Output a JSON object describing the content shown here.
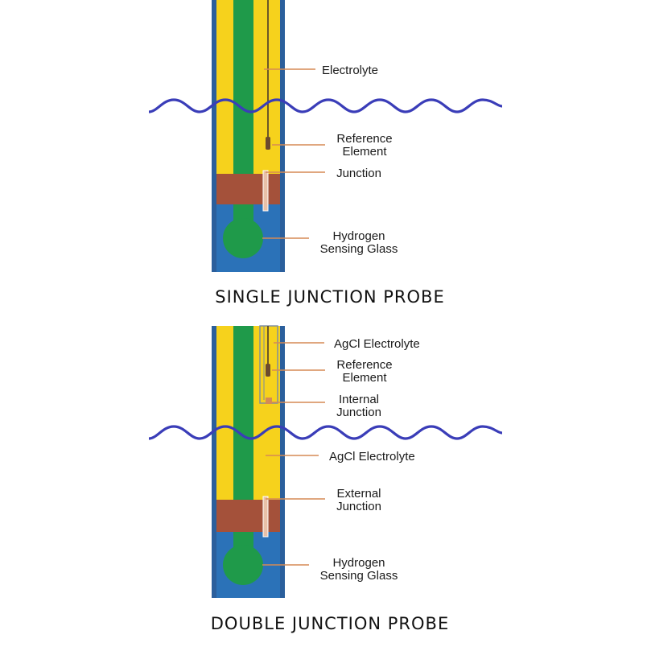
{
  "colors": {
    "outer_wall": "#2b5f9c",
    "electrolyte": "#f6d21c",
    "glass_green": "#1f9a4a",
    "junction_band": "#a4513a",
    "bulb_chamber": "#2b72b8",
    "water_line": "#3a3db8",
    "leader_line": "#d58a55"
  },
  "single_probe": {
    "title": "SINGLE JUNCTION PROBE",
    "labels": {
      "electrolyte": "Electrolyte",
      "reference_line1": "Reference",
      "reference_line2": "Element",
      "junction": "Junction",
      "glass_line1": "Hydrogen",
      "glass_line2": "Sensing Glass"
    }
  },
  "double_probe": {
    "title": "DOUBLE JUNCTION PROBE",
    "labels": {
      "agcl_top": "AgCl Electrolyte",
      "reference_line1": "Reference",
      "reference_line2": "Element",
      "internal_line1": "Internal",
      "internal_line2": "Junction",
      "agcl_mid": "AgCl Electrolyte",
      "external_line1": "External",
      "external_line2": "Junction",
      "glass_line1": "Hydrogen",
      "glass_line2": "Sensing Glass"
    }
  }
}
